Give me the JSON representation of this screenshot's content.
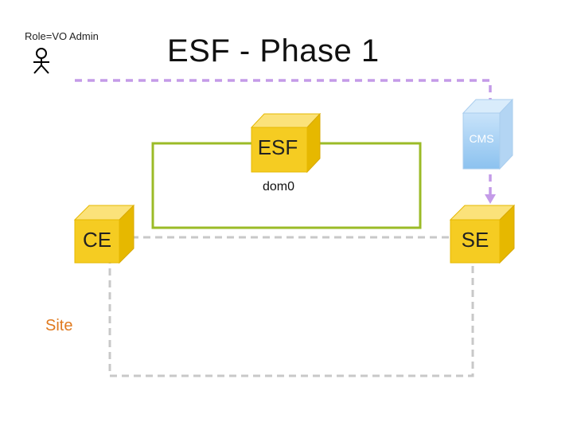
{
  "header": {
    "role": "Role=VO Admin",
    "title": "ESF - Phase 1"
  },
  "nodes": {
    "esf": "ESF",
    "ce": "CE",
    "se": "SE",
    "cms": "CMS"
  },
  "labels": {
    "dom0": "dom0",
    "site": "Site"
  },
  "colors": {
    "cube_yellow": "#f5cc22",
    "cube_yellow_side": "#e6b800",
    "cube_yellow_top": "#fbe27a",
    "cube_blue": "#9ccbf2",
    "green_connector": "#9bbb27",
    "purple_dashed": "#c49be8",
    "grey_dashed": "#c8c8c8",
    "site_orange": "#e07a1f"
  },
  "icons": {
    "actor": "person-icon"
  }
}
